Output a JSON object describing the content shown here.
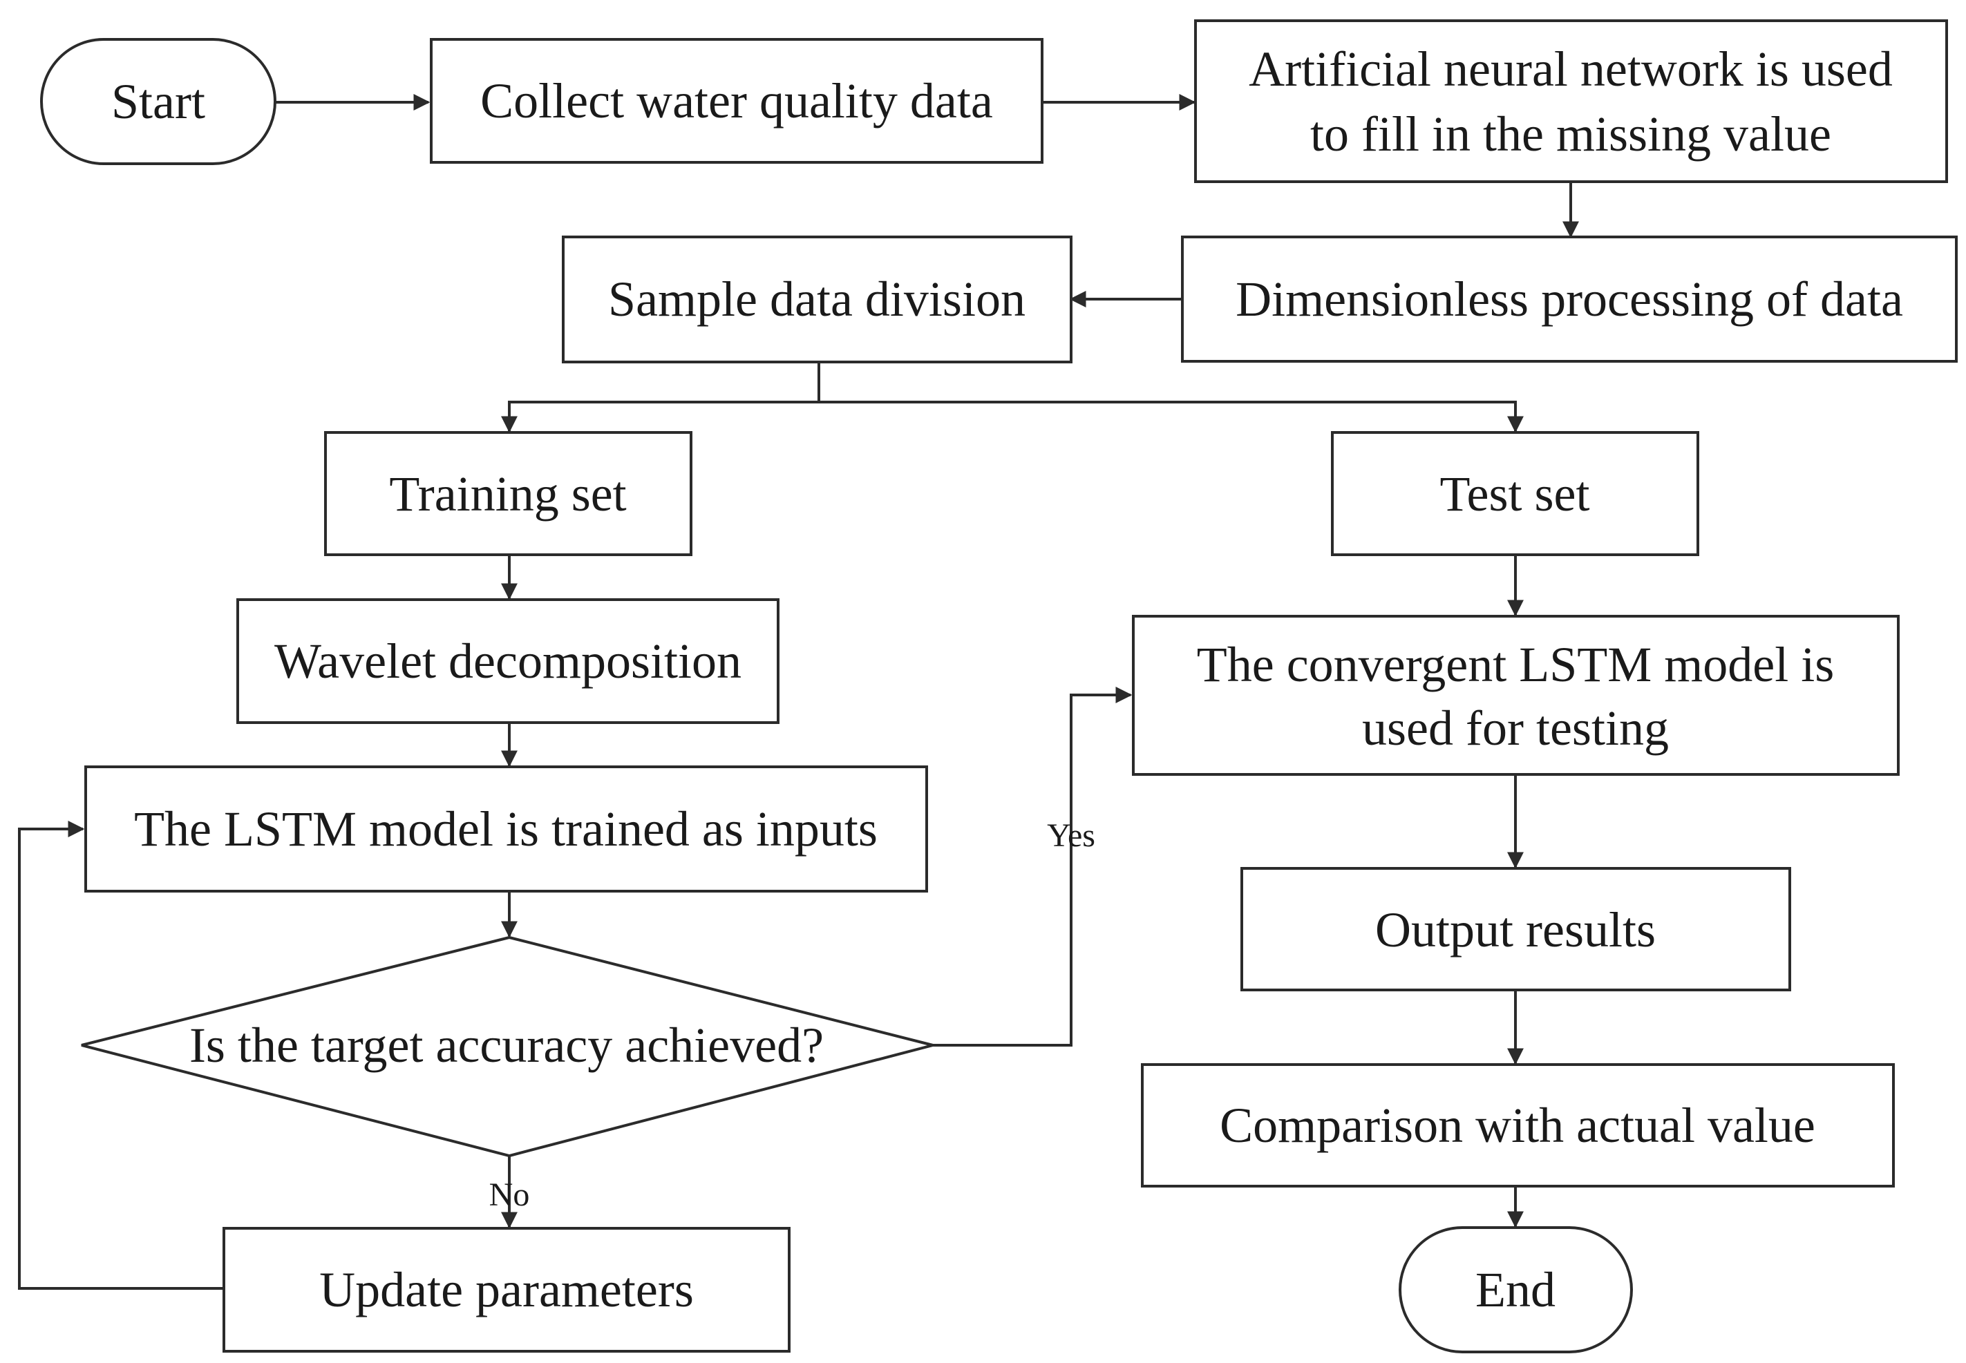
{
  "nodes": {
    "start": {
      "label": "Start"
    },
    "collect": {
      "label": "Collect water quality data"
    },
    "ann": {
      "line1": "Artificial neural network is used",
      "line2": "to fill in the missing value"
    },
    "dimensionless": {
      "label": "Dimensionless processing of data"
    },
    "division": {
      "label": "Sample data division"
    },
    "training": {
      "label": "Training set"
    },
    "test": {
      "label": "Test set"
    },
    "wavelet": {
      "label": "Wavelet decomposition"
    },
    "lstm_train": {
      "label": "The LSTM model is trained as inputs"
    },
    "decision": {
      "label": "Is the target accuracy achieved?"
    },
    "update": {
      "label": "Update parameters"
    },
    "lstm_test": {
      "line1": "The convergent LSTM model is",
      "line2": "used for testing"
    },
    "output": {
      "label": "Output results"
    },
    "comparison": {
      "label": "Comparison with actual value"
    },
    "end": {
      "label": "End"
    }
  },
  "edge_labels": {
    "yes": "Yes",
    "no": "No"
  }
}
